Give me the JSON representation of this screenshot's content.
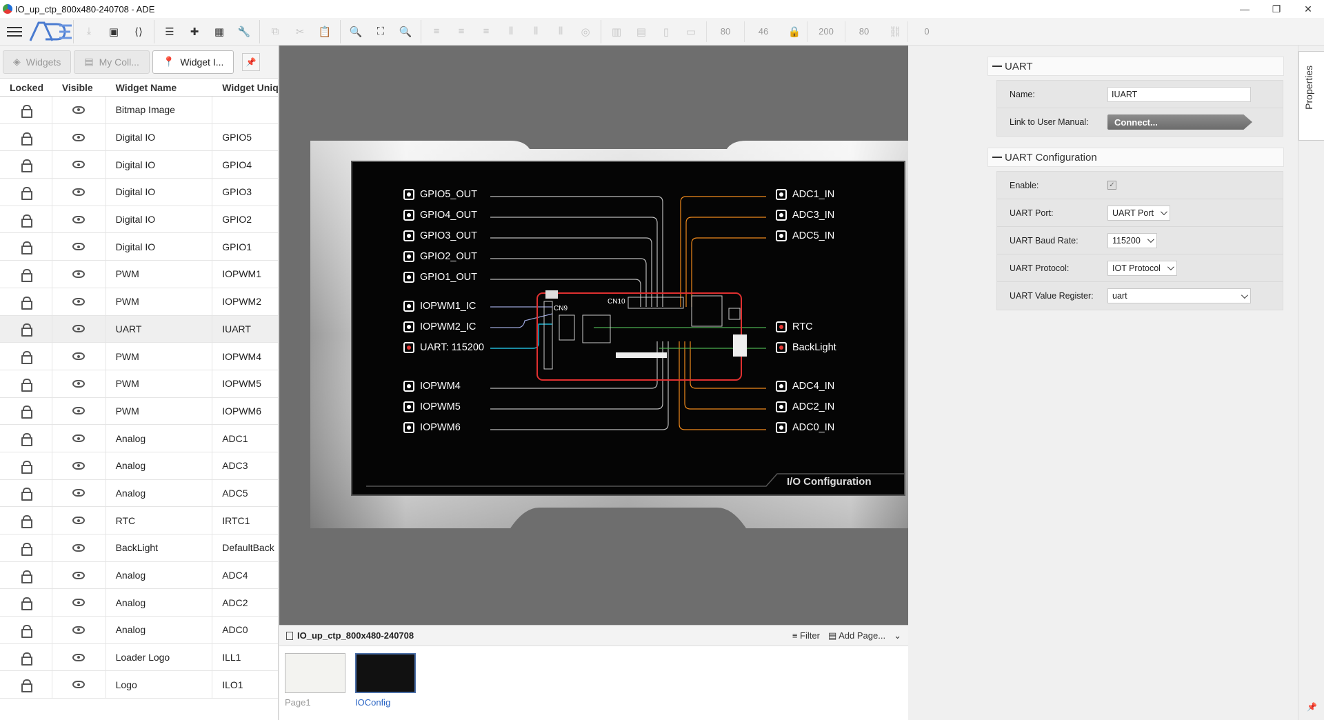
{
  "window": {
    "title": "IO_up_ctp_800x480-240708 - ADE"
  },
  "toolbar": {
    "numbers": [
      "80",
      "46",
      "200",
      "80",
      "0"
    ]
  },
  "left_panel": {
    "tabs": [
      {
        "label": "Widgets"
      },
      {
        "label": "My Coll..."
      },
      {
        "label": "Widget I..."
      }
    ],
    "columns": [
      "Locked",
      "Visible",
      "Widget Name",
      "Widget Unique"
    ],
    "rows": [
      {
        "name": "Bitmap Image",
        "uid": ""
      },
      {
        "name": "Digital IO",
        "uid": "GPIO5"
      },
      {
        "name": "Digital IO",
        "uid": "GPIO4"
      },
      {
        "name": "Digital IO",
        "uid": "GPIO3"
      },
      {
        "name": "Digital IO",
        "uid": "GPIO2"
      },
      {
        "name": "Digital IO",
        "uid": "GPIO1"
      },
      {
        "name": "PWM",
        "uid": "IOPWM1"
      },
      {
        "name": "PWM",
        "uid": "IOPWM2"
      },
      {
        "name": "UART",
        "uid": "IUART"
      },
      {
        "name": "PWM",
        "uid": "IOPWM4"
      },
      {
        "name": "PWM",
        "uid": "IOPWM5"
      },
      {
        "name": "PWM",
        "uid": "IOPWM6"
      },
      {
        "name": "Analog",
        "uid": "ADC1"
      },
      {
        "name": "Analog",
        "uid": "ADC3"
      },
      {
        "name": "Analog",
        "uid": "ADC5"
      },
      {
        "name": "RTC",
        "uid": "IRTC1"
      },
      {
        "name": "BackLight",
        "uid": "DefaultBack"
      },
      {
        "name": "Analog",
        "uid": "ADC4"
      },
      {
        "name": "Analog",
        "uid": "ADC2"
      },
      {
        "name": "Analog",
        "uid": "ADC0"
      },
      {
        "name": "Loader Logo",
        "uid": "ILL1"
      },
      {
        "name": "Logo",
        "uid": "ILO1"
      }
    ]
  },
  "screen": {
    "left_labels": [
      "GPIO5_OUT",
      "GPIO4_OUT",
      "GPIO3_OUT",
      "GPIO2_OUT",
      "GPIO1_OUT",
      "IOPWM1_IC",
      "IOPWM2_IC",
      "UART: 115200",
      "IOPWM4",
      "IOPWM5",
      "IOPWM6"
    ],
    "right_labels": [
      "ADC1_IN",
      "ADC3_IN",
      "ADC5_IN",
      "RTC",
      "BackLight",
      "ADC4_IN",
      "ADC2_IN",
      "ADC0_IN"
    ],
    "board_labels": {
      "cn9": "CN9",
      "cn10": "CN10"
    },
    "footer_title": "I/O Configuration",
    "colors": {
      "board_outline": "#e03030",
      "orange_wire": "#f08a1c",
      "gray_wire": "#bbbbbb",
      "green_wire": "#4caf50",
      "cyan_wire": "#22b8d6"
    }
  },
  "pages": {
    "file_name": "IO_up_ctp_800x480-240708",
    "filter_label": "Filter",
    "add_page_label": "Add Page...",
    "items": [
      {
        "label": "Page1"
      },
      {
        "label": "IOConfig"
      }
    ]
  },
  "properties": {
    "tab_label": "Properties",
    "uart_section": {
      "title": "UART",
      "name_label": "Name:",
      "name_value": "IUART",
      "manual_label": "Link to User Manual:",
      "connect_label": "Connect..."
    },
    "config_section": {
      "title": "UART Configuration",
      "enable_label": "Enable:",
      "port_label": "UART Port:",
      "port_value": "UART Port",
      "baud_label": "UART Baud Rate:",
      "baud_value": "115200",
      "protocol_label": "UART Protocol:",
      "protocol_value": "IOT Protocol",
      "register_label": "UART Value Register:",
      "register_value": "uart"
    }
  }
}
